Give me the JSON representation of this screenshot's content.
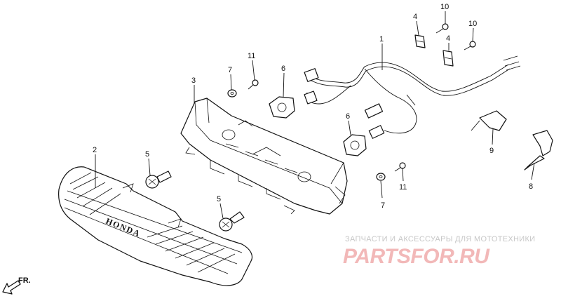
{
  "callouts": {
    "c1": "1",
    "c2": "2",
    "c3": "3",
    "c4a": "4",
    "c4b": "4",
    "c5a": "5",
    "c5b": "5",
    "c6a": "6",
    "c6b": "6",
    "c7a": "7",
    "c7b": "7",
    "c8": "8",
    "c9": "9",
    "c10a": "10",
    "c10b": "10",
    "c11a": "11",
    "c11b": "11"
  },
  "lens_brand": "HONDA",
  "direction_label": "FR.",
  "watermark": {
    "tagline": "ЗАПЧАСТИ И АКСЕССУАРЫ ДЛЯ МОТОТЕХНИКИ",
    "logo": "PARTSFOR.RU"
  },
  "colors": {
    "line": "#111111",
    "watermark_logo": "#f2b8b8",
    "watermark_text": "#c7c7c7"
  }
}
